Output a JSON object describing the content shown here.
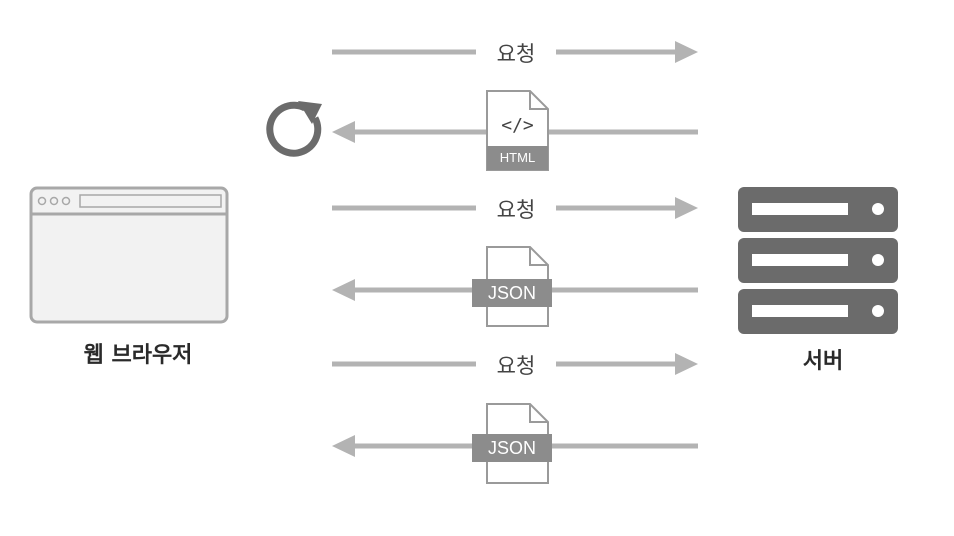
{
  "browser": {
    "label": "웹 브라우저"
  },
  "server": {
    "label": "서버"
  },
  "requests": [
    {
      "label": "요청"
    },
    {
      "label": "요청"
    },
    {
      "label": "요청"
    }
  ],
  "responses": [
    {
      "file_label": "HTML",
      "code_glyph": "</>"
    },
    {
      "file_label": "JSON"
    },
    {
      "file_label": "JSON"
    }
  ],
  "colors": {
    "arrow": "#b3b3b3",
    "server": "#6b6b6b",
    "reload": "#6b6b6b",
    "file_tag": "#8c8c8c",
    "browser_frame": "#a8a8a8"
  },
  "icons": [
    "refresh-icon",
    "browser-window-icon",
    "server-rack-icon",
    "html-file-icon",
    "json-file-icon"
  ]
}
